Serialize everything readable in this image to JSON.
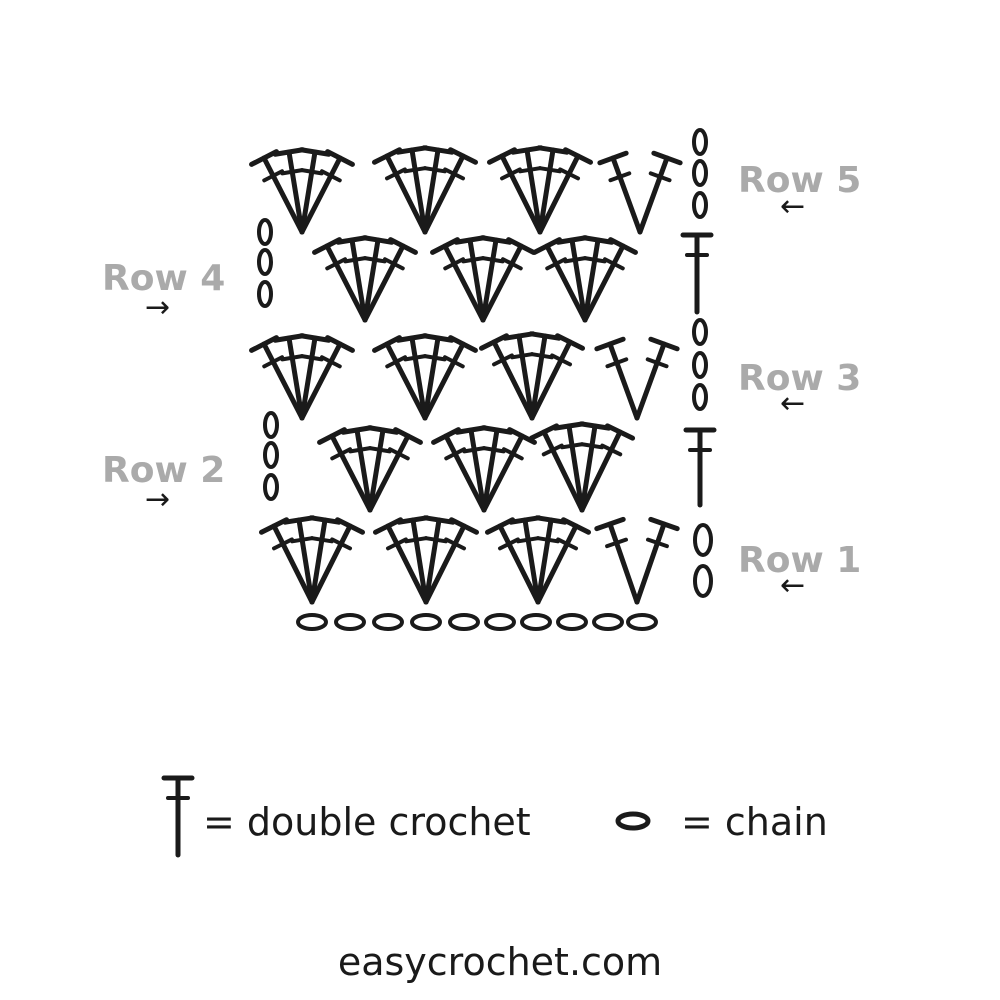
{
  "colors": {
    "ink": "#1a1a1a",
    "label": "#aaaaaa",
    "background": "#ffffff"
  },
  "rows": [
    {
      "label": "Row 1",
      "arrow": "←",
      "side": "right"
    },
    {
      "label": "Row 2",
      "arrow": "→",
      "side": "left"
    },
    {
      "label": "Row 3",
      "arrow": "←",
      "side": "right"
    },
    {
      "label": "Row 4",
      "arrow": "→",
      "side": "left"
    },
    {
      "label": "Row 5",
      "arrow": "←",
      "side": "right"
    }
  ],
  "legend": {
    "double_crochet": "= double crochet",
    "chain": "= chain"
  },
  "footer": "easycrochet.com"
}
